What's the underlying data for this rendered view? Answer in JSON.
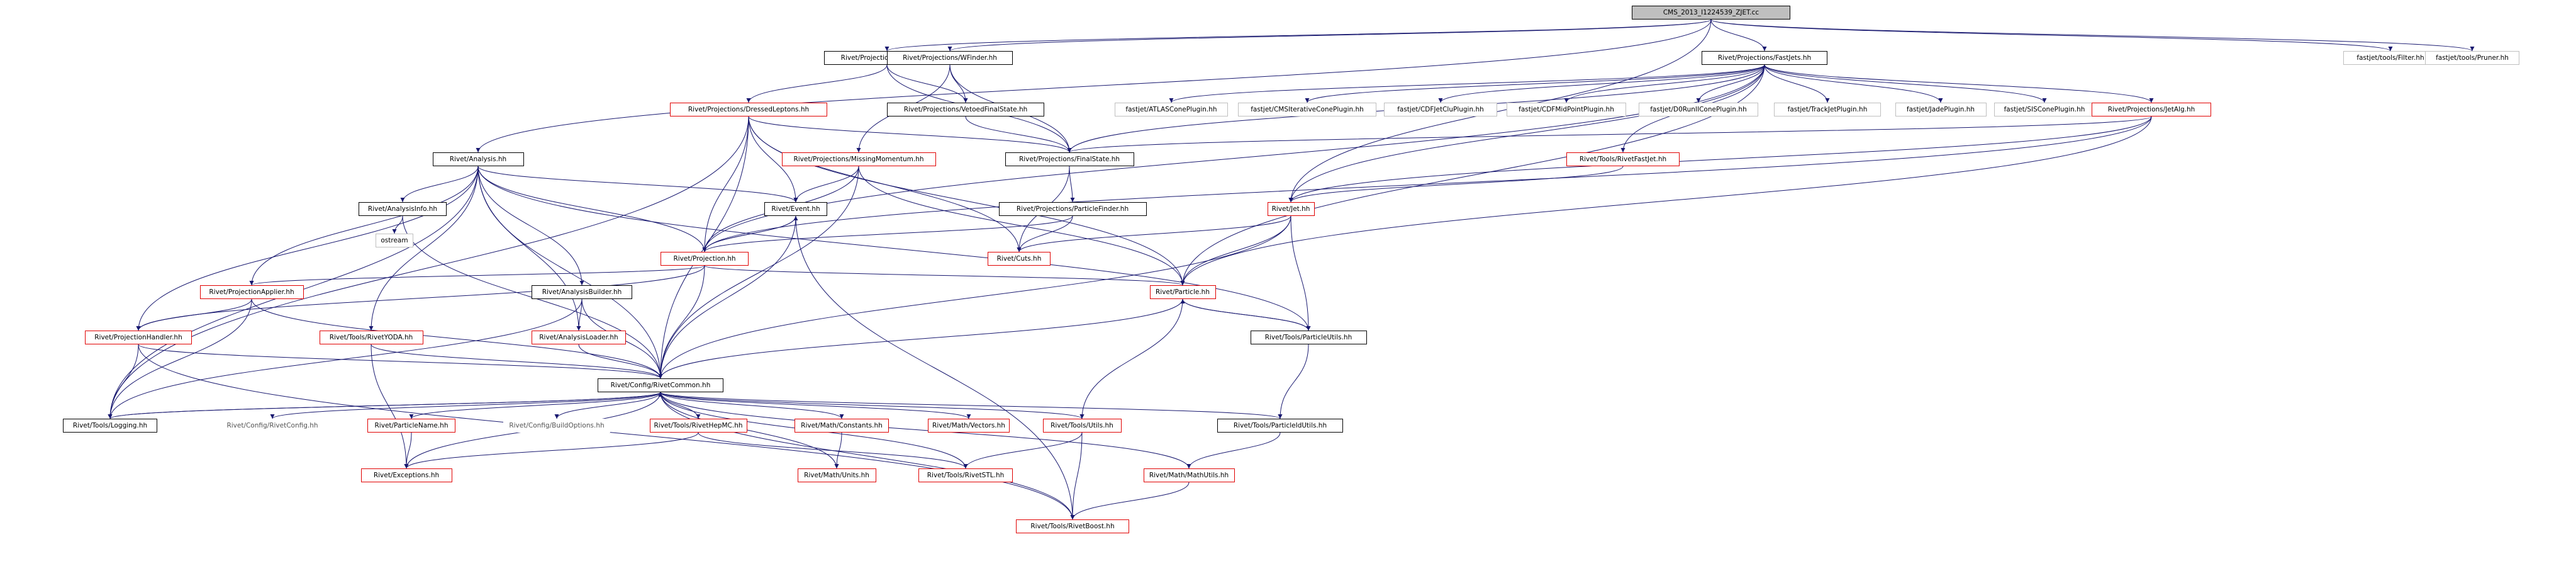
{
  "diagram": {
    "edge_color": "#191970",
    "nodes": [
      {
        "id": "root",
        "label": "CMS_2013_I1224539_ZJET.cc",
        "style": "root"
      },
      {
        "id": "zfinder",
        "label": "Rivet/Projections/ZFinder.hh",
        "style": "black"
      },
      {
        "id": "wfinder",
        "label": "Rivet/Projections/WFinder.hh",
        "style": "black"
      },
      {
        "id": "fastjets",
        "label": "Rivet/Projections/FastJets.hh",
        "style": "black"
      },
      {
        "id": "filter",
        "label": "fastjet/tools/Filter.hh",
        "style": "gray"
      },
      {
        "id": "pruner",
        "label": "fastjet/tools/Pruner.hh",
        "style": "gray"
      },
      {
        "id": "dressed",
        "label": "Rivet/Projections/DressedLeptons.hh",
        "style": "red"
      },
      {
        "id": "vetoed",
        "label": "Rivet/Projections/VetoedFinalState.hh",
        "style": "black"
      },
      {
        "id": "atlas",
        "label": "fastjet/ATLASConePlugin.hh",
        "style": "gray"
      },
      {
        "id": "cmsit",
        "label": "fastjet/CMSIterativeConePlugin.hh",
        "style": "gray"
      },
      {
        "id": "cdfjet",
        "label": "fastjet/CDFJetCluPlugin.hh",
        "style": "gray"
      },
      {
        "id": "cdfmid",
        "label": "fastjet/CDFMidPointPlugin.hh",
        "style": "gray"
      },
      {
        "id": "d0",
        "label": "fastjet/D0RunIIConePlugin.hh",
        "style": "gray"
      },
      {
        "id": "track",
        "label": "fastjet/TrackJetPlugin.hh",
        "style": "gray"
      },
      {
        "id": "jade",
        "label": "fastjet/JadePlugin.hh",
        "style": "gray"
      },
      {
        "id": "siscone",
        "label": "fastjet/SISConePlugin.hh",
        "style": "gray"
      },
      {
        "id": "jetalg",
        "label": "Rivet/Projections/JetAlg.hh",
        "style": "red"
      },
      {
        "id": "analysis",
        "label": "Rivet/Analysis.hh",
        "style": "black"
      },
      {
        "id": "missing",
        "label": "Rivet/Projections/MissingMomentum.hh",
        "style": "red"
      },
      {
        "id": "finalstate",
        "label": "Rivet/Projections/FinalState.hh",
        "style": "black"
      },
      {
        "id": "rivetfast",
        "label": "Rivet/Tools/RivetFastJet.hh",
        "style": "red"
      },
      {
        "id": "ainfo",
        "label": "Rivet/AnalysisInfo.hh",
        "style": "black"
      },
      {
        "id": "event",
        "label": "Rivet/Event.hh",
        "style": "black"
      },
      {
        "id": "pfinder",
        "label": "Rivet/Projections/ParticleFinder.hh",
        "style": "black"
      },
      {
        "id": "jet",
        "label": "Rivet/Jet.hh",
        "style": "red"
      },
      {
        "id": "ostream",
        "label": "ostream",
        "style": "gray"
      },
      {
        "id": "projection",
        "label": "Rivet/Projection.hh",
        "style": "red"
      },
      {
        "id": "cuts",
        "label": "Rivet/Cuts.hh",
        "style": "red"
      },
      {
        "id": "papplier",
        "label": "Rivet/ProjectionApplier.hh",
        "style": "red"
      },
      {
        "id": "abuilder",
        "label": "Rivet/AnalysisBuilder.hh",
        "style": "black"
      },
      {
        "id": "particle",
        "label": "Rivet/Particle.hh",
        "style": "red"
      },
      {
        "id": "phandler",
        "label": "Rivet/ProjectionHandler.hh",
        "style": "red"
      },
      {
        "id": "yoda",
        "label": "Rivet/Tools/RivetYODA.hh",
        "style": "red"
      },
      {
        "id": "aloader",
        "label": "Rivet/AnalysisLoader.hh",
        "style": "red"
      },
      {
        "id": "putils",
        "label": "Rivet/Tools/ParticleUtils.hh",
        "style": "black"
      },
      {
        "id": "common",
        "label": "Rivet/Config/RivetCommon.hh",
        "style": "black"
      },
      {
        "id": "logging",
        "label": "Rivet/Tools/Logging.hh",
        "style": "black"
      },
      {
        "id": "rconfig",
        "label": "Rivet/Config/RivetConfig.hh",
        "style": "plain"
      },
      {
        "id": "pname",
        "label": "Rivet/ParticleName.hh",
        "style": "red"
      },
      {
        "id": "bopts",
        "label": "Rivet/Config/BuildOptions.hh",
        "style": "plain"
      },
      {
        "id": "hepmc",
        "label": "Rivet/Tools/RivetHepMC.hh",
        "style": "red"
      },
      {
        "id": "mconst",
        "label": "Rivet/Math/Constants.hh",
        "style": "red"
      },
      {
        "id": "vectors",
        "label": "Rivet/Math/Vectors.hh",
        "style": "red"
      },
      {
        "id": "tutils",
        "label": "Rivet/Tools/Utils.hh",
        "style": "red"
      },
      {
        "id": "pidutils",
        "label": "Rivet/Tools/ParticleIdUtils.hh",
        "style": "black"
      },
      {
        "id": "exceptions",
        "label": "Rivet/Exceptions.hh",
        "style": "red"
      },
      {
        "id": "units",
        "label": "Rivet/Math/Units.hh",
        "style": "red"
      },
      {
        "id": "stl",
        "label": "Rivet/Tools/RivetSTL.hh",
        "style": "red"
      },
      {
        "id": "mutils",
        "label": "Rivet/Math/MathUtils.hh",
        "style": "red"
      },
      {
        "id": "boost",
        "label": "Rivet/Tools/RivetBoost.hh",
        "style": "red"
      }
    ],
    "edges": [
      [
        "root",
        "zfinder"
      ],
      [
        "root",
        "wfinder"
      ],
      [
        "root",
        "fastjets"
      ],
      [
        "root",
        "filter"
      ],
      [
        "root",
        "pruner"
      ],
      [
        "root",
        "analysis"
      ],
      [
        "root",
        "jet"
      ],
      [
        "zfinder",
        "dressed"
      ],
      [
        "zfinder",
        "vetoed"
      ],
      [
        "zfinder",
        "finalstate"
      ],
      [
        "wfinder",
        "vetoed"
      ],
      [
        "wfinder",
        "missing"
      ],
      [
        "wfinder",
        "finalstate"
      ],
      [
        "fastjets",
        "atlas"
      ],
      [
        "fastjets",
        "cmsit"
      ],
      [
        "fastjets",
        "cdfjet"
      ],
      [
        "fastjets",
        "cdfmid"
      ],
      [
        "fastjets",
        "d0"
      ],
      [
        "fastjets",
        "track"
      ],
      [
        "fastjets",
        "jade"
      ],
      [
        "fastjets",
        "siscone"
      ],
      [
        "fastjets",
        "jetalg"
      ],
      [
        "fastjets",
        "finalstate"
      ],
      [
        "fastjets",
        "rivetfast"
      ],
      [
        "fastjets",
        "projection"
      ],
      [
        "fastjets",
        "particle"
      ],
      [
        "fastjets",
        "jet"
      ],
      [
        "dressed",
        "finalstate"
      ],
      [
        "dressed",
        "event"
      ],
      [
        "dressed",
        "projection"
      ],
      [
        "dressed",
        "cuts"
      ],
      [
        "dressed",
        "common"
      ],
      [
        "dressed",
        "logging"
      ],
      [
        "dressed",
        "particle"
      ],
      [
        "vetoed",
        "finalstate"
      ],
      [
        "jetalg",
        "finalstate"
      ],
      [
        "jetalg",
        "projection"
      ],
      [
        "jetalg",
        "jet"
      ],
      [
        "jetalg",
        "particle"
      ],
      [
        "analysis",
        "ainfo"
      ],
      [
        "analysis",
        "event"
      ],
      [
        "analysis",
        "projection"
      ],
      [
        "analysis",
        "papplier"
      ],
      [
        "analysis",
        "phandler"
      ],
      [
        "analysis",
        "yoda"
      ],
      [
        "analysis",
        "abuilder"
      ],
      [
        "analysis",
        "aloader"
      ],
      [
        "analysis",
        "putils"
      ],
      [
        "analysis",
        "common"
      ],
      [
        "analysis",
        "logging"
      ],
      [
        "missing",
        "event"
      ],
      [
        "missing",
        "projection"
      ],
      [
        "missing",
        "particle"
      ],
      [
        "missing",
        "common"
      ],
      [
        "finalstate",
        "pfinder"
      ],
      [
        "finalstate",
        "cuts"
      ],
      [
        "rivetfast",
        "jet"
      ],
      [
        "ainfo",
        "ostream"
      ],
      [
        "ainfo",
        "common"
      ],
      [
        "event",
        "projection"
      ],
      [
        "event",
        "common"
      ],
      [
        "event",
        "boost"
      ],
      [
        "pfinder",
        "projection"
      ],
      [
        "pfinder",
        "cuts"
      ],
      [
        "jet",
        "particle"
      ],
      [
        "jet",
        "putils"
      ],
      [
        "jet",
        "cuts"
      ],
      [
        "jet",
        "common"
      ],
      [
        "projection",
        "event"
      ],
      [
        "projection",
        "papplier"
      ],
      [
        "projection",
        "phandler"
      ],
      [
        "projection",
        "common"
      ],
      [
        "projection",
        "particle"
      ],
      [
        "papplier",
        "phandler"
      ],
      [
        "papplier",
        "common"
      ],
      [
        "papplier",
        "logging"
      ],
      [
        "abuilder",
        "aloader"
      ],
      [
        "abuilder",
        "common"
      ],
      [
        "abuilder",
        "logging"
      ],
      [
        "particle",
        "putils"
      ],
      [
        "particle",
        "common"
      ],
      [
        "particle",
        "tutils"
      ],
      [
        "phandler",
        "common"
      ],
      [
        "phandler",
        "logging"
      ],
      [
        "phandler",
        "boost"
      ],
      [
        "yoda",
        "common"
      ],
      [
        "yoda",
        "exceptions"
      ],
      [
        "aloader",
        "common"
      ],
      [
        "putils",
        "particle"
      ],
      [
        "putils",
        "pidutils"
      ],
      [
        "common",
        "logging"
      ],
      [
        "common",
        "rconfig"
      ],
      [
        "common",
        "pname"
      ],
      [
        "common",
        "bopts"
      ],
      [
        "common",
        "hepmc"
      ],
      [
        "common",
        "mconst"
      ],
      [
        "common",
        "vectors"
      ],
      [
        "common",
        "tutils"
      ],
      [
        "common",
        "pidutils"
      ],
      [
        "common",
        "exceptions"
      ],
      [
        "common",
        "units"
      ],
      [
        "common",
        "stl"
      ],
      [
        "common",
        "mutils"
      ],
      [
        "common",
        "boost"
      ],
      [
        "logging",
        "common"
      ],
      [
        "pname",
        "exceptions"
      ],
      [
        "hepmc",
        "stl"
      ],
      [
        "hepmc",
        "exceptions"
      ],
      [
        "mconst",
        "units"
      ],
      [
        "tutils",
        "stl"
      ],
      [
        "tutils",
        "boost"
      ],
      [
        "pidutils",
        "mutils"
      ],
      [
        "mutils",
        "boost"
      ]
    ]
  }
}
